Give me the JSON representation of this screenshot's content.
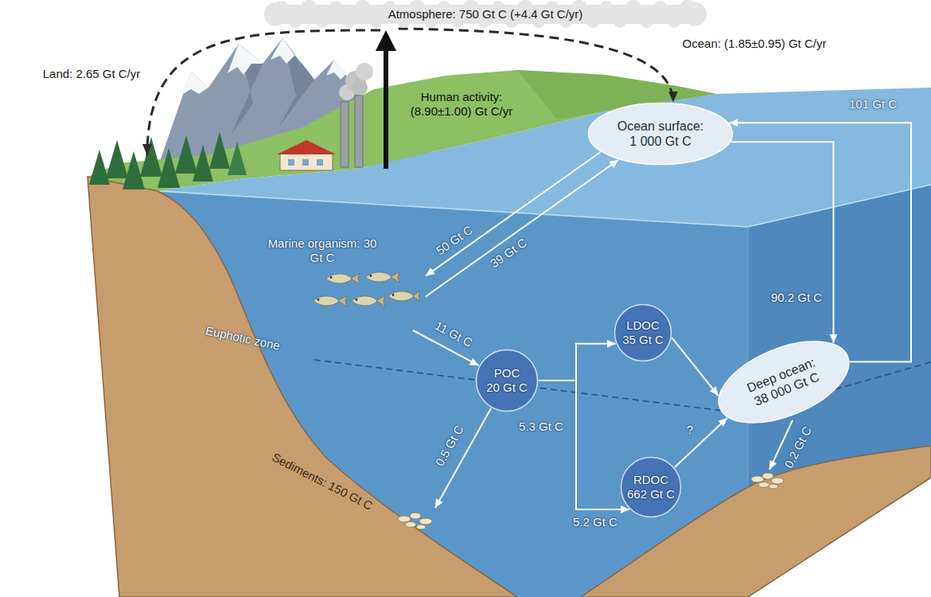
{
  "diagram": {
    "nodes": [
      {
        "text": [
          "Atmosphere: 750 Gt C (+4.4 Gt C/yr)"
        ]
      },
      {
        "text": [
          "Ocean surface:",
          "1 000 Gt C"
        ]
      },
      {
        "text": [
          "Marine organism: 30 Gt C"
        ]
      },
      {
        "text": [
          "POC",
          "20 Gt C"
        ]
      },
      {
        "text": [
          "LDOC",
          "35 Gt C"
        ]
      },
      {
        "text": [
          "Deep ocean:",
          "38 000 Gt C"
        ]
      },
      {
        "text": [
          "RDOC",
          "662 Gt C"
        ]
      }
    ],
    "edges": [
      {
        "from": 0,
        "to": 1,
        "arrow": "to",
        "label": "Ocean: (1.85±0.95) Gt C/yr"
      },
      {
        "from": 1,
        "to": 2,
        "arrow": "to",
        "label": "50 Gt C"
      },
      {
        "from": 2,
        "to": 1,
        "arrow": "to",
        "label": "39 Gt C"
      },
      {
        "from": 2,
        "to": 3,
        "arrow": "to",
        "label": "11 Gt C"
      },
      {
        "from": 3,
        "to": 4,
        "arrow": "to",
        "label": "5.3 Gt C"
      },
      {
        "from": 3,
        "to": 6,
        "arrow": "to",
        "label": "5.2 Gt C"
      },
      {
        "from": 4,
        "to": 5,
        "arrow": "to"
      },
      {
        "from": 6,
        "to": 5,
        "arrow": "to",
        "label": "?"
      },
      {
        "from": 1,
        "to": 5,
        "arrow": "to",
        "label": "90.2 Gt C"
      },
      {
        "from": 5,
        "to": 1,
        "arrow": "to",
        "label": "101 Gt C"
      }
    ],
    "labels": [
      "Land: 2.65 Gt C/yr",
      "Human activity: (8.90±1.00) Gt C/yr",
      "Euphotic zone",
      "Sediments: 150 Gt C",
      "0.5 Gt C",
      "0.2 Gt C"
    ]
  }
}
